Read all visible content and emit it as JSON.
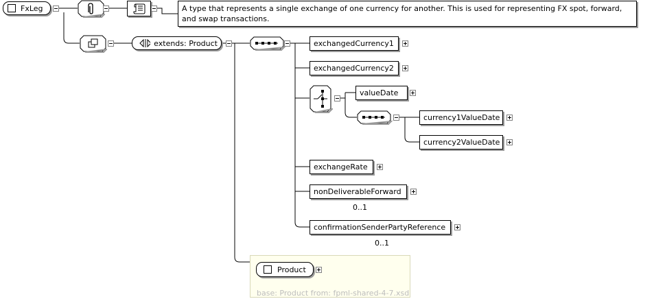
{
  "root": {
    "name": "FxLeg"
  },
  "documentation": "A type that represents a single exchange of one currency for another. This is used for representing FX spot, forward, and swap transactions.",
  "extension": {
    "label": "extends: Product"
  },
  "sequence_elements": [
    {
      "name": "exchangedCurrency1"
    },
    {
      "name": "exchangedCurrency2"
    },
    {
      "name": "exchangeRate"
    },
    {
      "name": "nonDeliverableForward",
      "cardinality": "0..1"
    },
    {
      "name": "confirmationSenderPartyReference",
      "cardinality": "0..1"
    }
  ],
  "choice_elements": [
    {
      "name": "valueDate"
    }
  ],
  "nested_sequence_elements": [
    {
      "name": "currency1ValueDate"
    },
    {
      "name": "currency2ValueDate"
    }
  ],
  "base_type": {
    "name": "Product",
    "caption": "base: Product from: fpml-shared-4-7.xsd"
  },
  "icons": [
    "element-type-icon",
    "annotation-icon",
    "documentation-icon",
    "complex-content-icon",
    "extension-icon",
    "sequence-icon",
    "choice-icon",
    "expand-icon",
    "collapse-icon"
  ]
}
